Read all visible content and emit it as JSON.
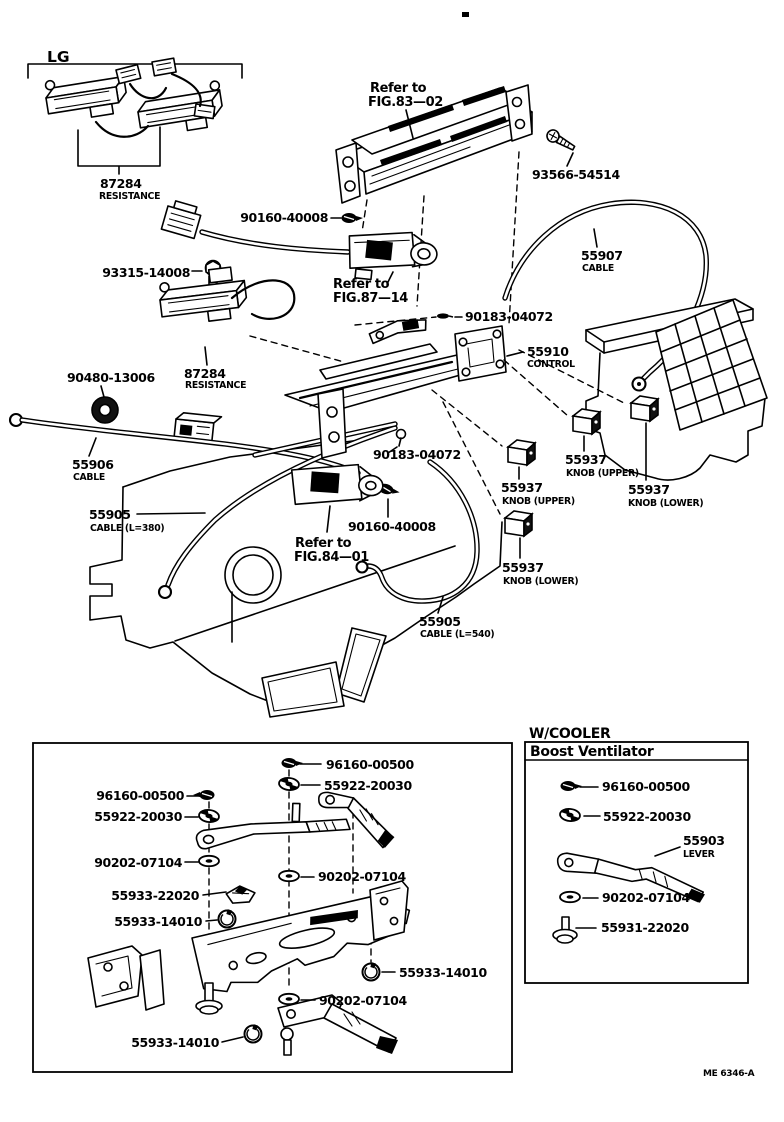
{
  "colors": {
    "ink": "#000000",
    "paper": "#ffffff"
  },
  "labels": {
    "lg": "LG",
    "fig83_line1": "Refer to",
    "fig83_line2": "FIG.83—02",
    "screw_93566": "93566-54514",
    "resistance_top_part": "87284",
    "resistance_top_desc": "RESISTANCE",
    "bolt_90160_top": "90160-40008",
    "fig87_line1": "Refer to",
    "fig87_line2": "FIG.87—14",
    "bolt_93315": "93315-14008",
    "resistance_mid_part": "87284",
    "resistance_mid_desc": "RESISTANCE",
    "grommet_90480": "90480-13006",
    "cable_55906_part": "55906",
    "cable_55906_desc": "CABLE",
    "cable_55905a_part": "55905",
    "cable_55905a_desc": "CABLE (L=380)",
    "clip_90183_a": "90183-04072",
    "control_part": "55910",
    "control_desc": "CONTROL",
    "cable_55907_part": "55907",
    "cable_55907_desc": "CABLE",
    "clip_90183_b": "90183-04072",
    "bolt_90160_b": "90160-40008",
    "fig84_line1": "Refer to",
    "fig84_line2": "FIG.84—01",
    "cable_55905b_part": "55905",
    "cable_55905b_desc": "CABLE (L=540)",
    "knob_a_part": "55937",
    "knob_a_desc": "KNOB (UPPER)",
    "knob_b_part": "55937",
    "knob_b_desc": "KNOB (UPPER)",
    "knob_c_part": "55937",
    "knob_c_desc": "KNOB (LOWER)",
    "knob_d_part": "55937",
    "knob_d_desc": "KNOB (LOWER)"
  },
  "inset_left": {
    "screw_right": "96160-00500",
    "nut_right": "55922-20030",
    "screw_left": "96160-00500",
    "nut_left": "55922-20030",
    "washer_left": "90202-07104",
    "washer_right": "90202-07104",
    "clip": "55933-22020",
    "grommet_a": "55933-14010",
    "grommet_b": "55933-14010",
    "washer_bottom": "90202-07104",
    "grommet_c": "55933-14010"
  },
  "inset_right": {
    "header": "W/COOLER",
    "title": "Boost Ventilator",
    "screw": "96160-00500",
    "nut": "55922-20030",
    "lever_part": "55903",
    "lever_desc": "LEVER",
    "washer": "90202-07104",
    "stud": "55931-22020"
  },
  "footer_code": "ME 6346-A"
}
